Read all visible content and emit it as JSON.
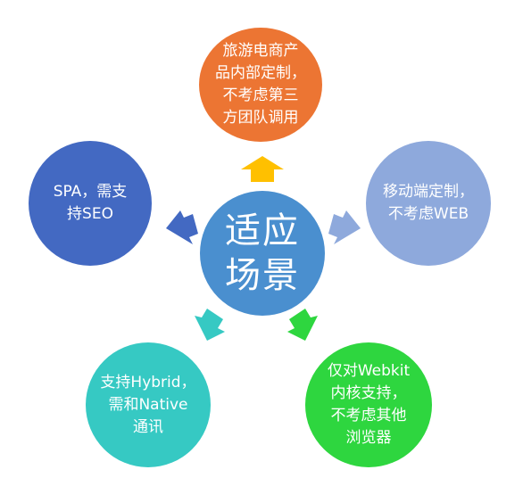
{
  "center": {
    "text": "适应\n场景",
    "color": "#4a8fcf"
  },
  "nodes": [
    {
      "id": "top",
      "text": "旅游电商产\n品内部定制，\n不考虑第三\n方团队调用",
      "color": "#ec7533"
    },
    {
      "id": "left",
      "text": "SPA，需支\n持SEO",
      "color": "#4369c2"
    },
    {
      "id": "right",
      "text": "移动端定制，\n不考虑WEB",
      "color": "#8ea9dc"
    },
    {
      "id": "bottom-left",
      "text": "支持Hybrid，\n需和Native\n通讯",
      "color": "#36c9c3"
    },
    {
      "id": "bottom-right",
      "text": "仅对Webkit\n内核支持，\n不考虑其他\n浏览器",
      "color": "#2ed63f"
    }
  ],
  "arrows": [
    {
      "to": "top",
      "color": "#ffc000"
    },
    {
      "to": "left",
      "color": "#4369c2"
    },
    {
      "to": "right",
      "color": "#8ea9dc"
    },
    {
      "to": "bottom-left",
      "color": "#36c9c3"
    },
    {
      "to": "bottom-right",
      "color": "#2ed63f"
    }
  ]
}
